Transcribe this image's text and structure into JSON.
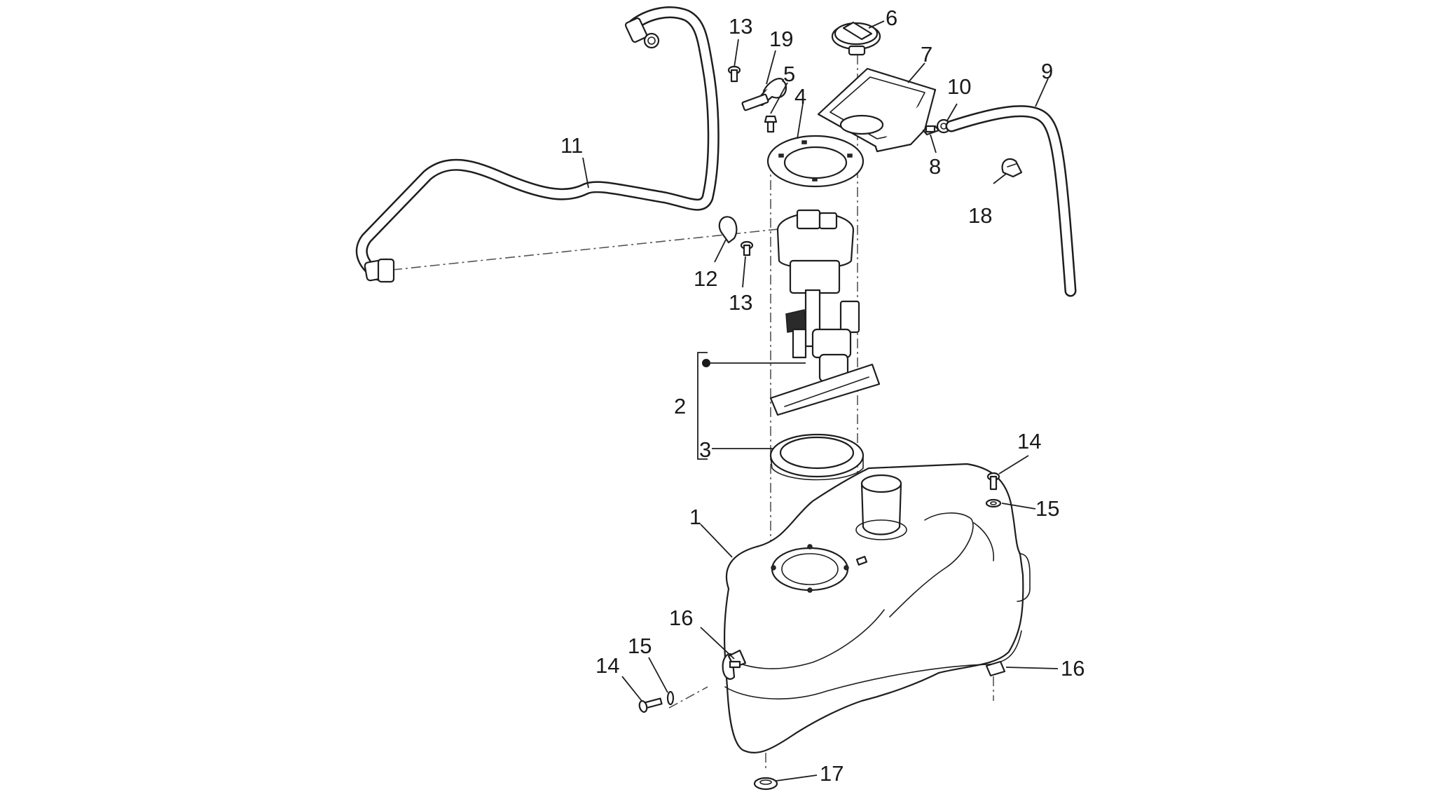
{
  "callouts": [
    {
      "id": "c1",
      "text": "1"
    },
    {
      "id": "c2",
      "text": "2"
    },
    {
      "id": "c3",
      "text": "3"
    },
    {
      "id": "c4",
      "text": "4"
    },
    {
      "id": "c5",
      "text": "5"
    },
    {
      "id": "c6",
      "text": "6"
    },
    {
      "id": "c7",
      "text": "7"
    },
    {
      "id": "c8",
      "text": "8"
    },
    {
      "id": "c9",
      "text": "9"
    },
    {
      "id": "c10",
      "text": "10"
    },
    {
      "id": "c11",
      "text": "11"
    },
    {
      "id": "c12",
      "text": "12"
    },
    {
      "id": "c13a",
      "text": "13"
    },
    {
      "id": "c13b",
      "text": "13"
    },
    {
      "id": "c14a",
      "text": "14"
    },
    {
      "id": "c14b",
      "text": "14"
    },
    {
      "id": "c15a",
      "text": "15"
    },
    {
      "id": "c15b",
      "text": "15"
    },
    {
      "id": "c16a",
      "text": "16"
    },
    {
      "id": "c16b",
      "text": "16"
    },
    {
      "id": "c17",
      "text": "17"
    },
    {
      "id": "c18",
      "text": "18"
    },
    {
      "id": "c19",
      "text": "19"
    }
  ],
  "colors": {
    "line": "#1e1e1e",
    "background": "#ffffff"
  }
}
